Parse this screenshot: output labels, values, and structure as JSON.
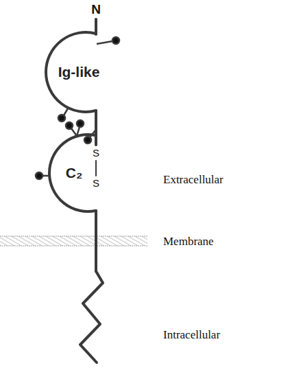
{
  "diagram": {
    "nodes": [
      {
        "text": [
          "Ig-like"
        ]
      },
      {
        "text": [
          "C₂"
        ]
      }
    ],
    "labels": [
      "N",
      "S",
      "S",
      "Extracellular",
      "Membrane",
      "Intracellular"
    ]
  }
}
